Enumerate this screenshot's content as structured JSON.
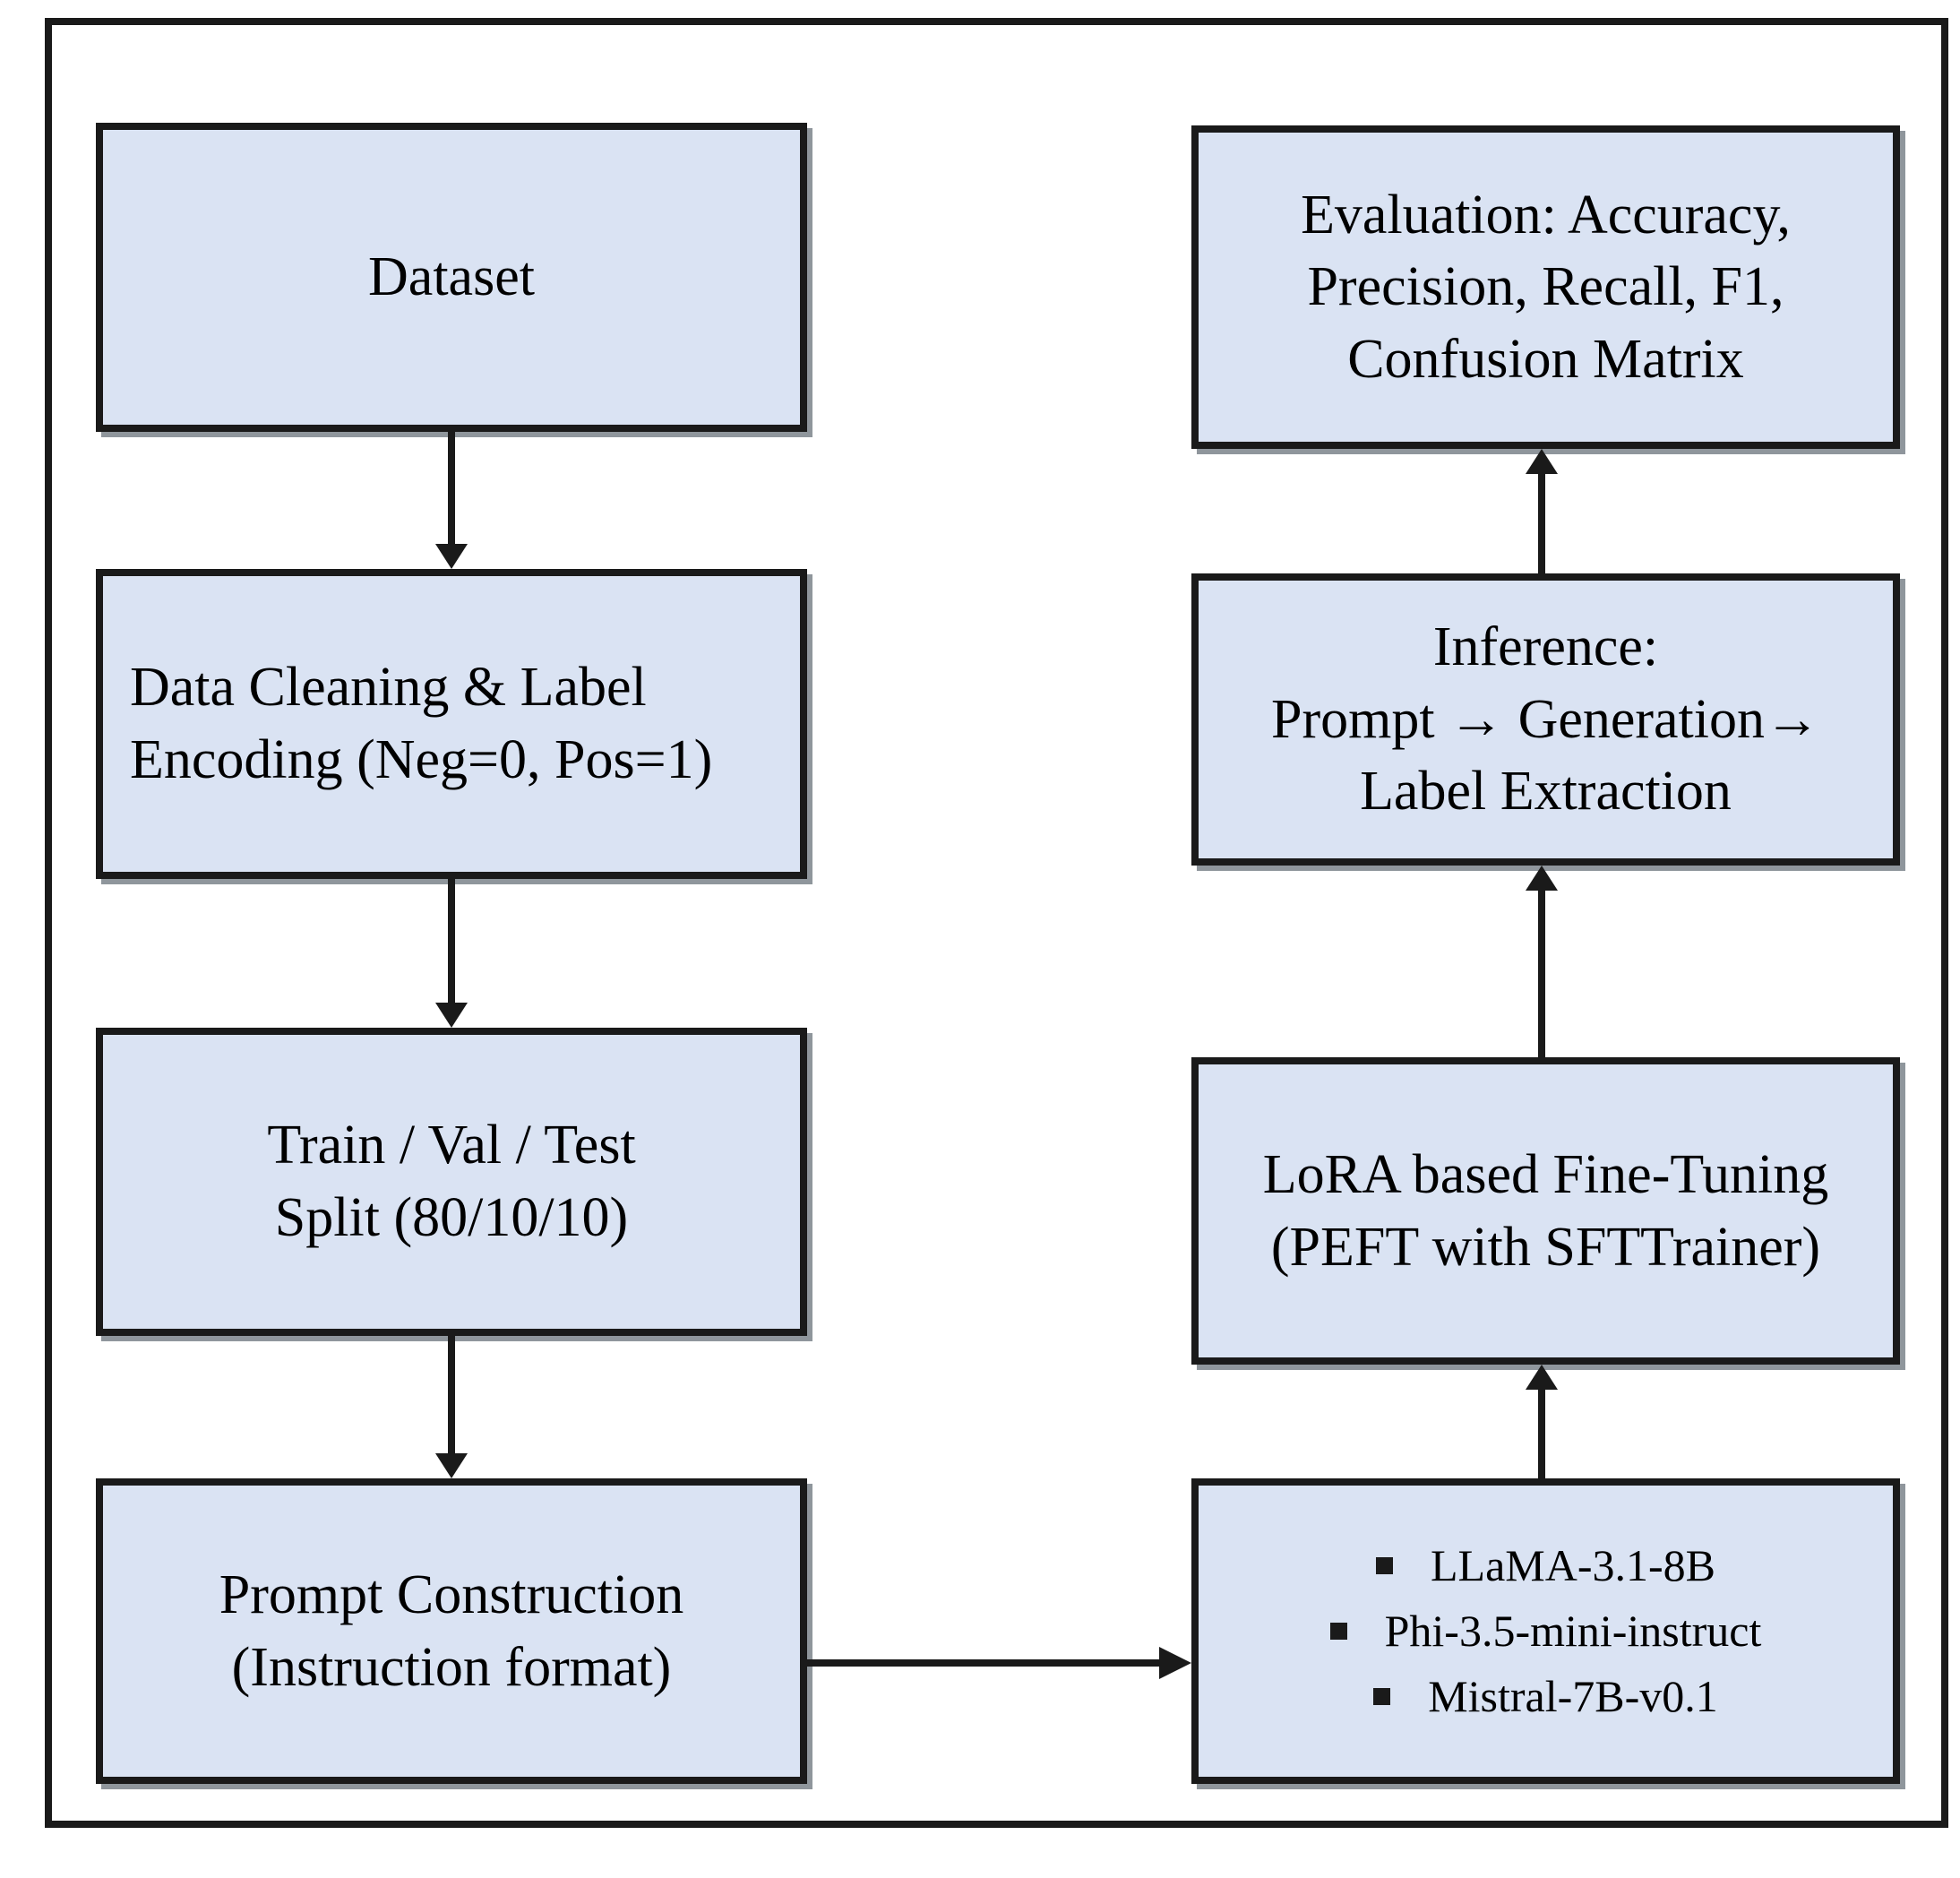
{
  "figure": {
    "type": "flowchart",
    "boxes": {
      "dataset": {
        "lines": [
          "Dataset"
        ]
      },
      "cleaning": {
        "lines": [
          "Data Cleaning & Label",
          "Encoding (Neg=0, Pos=1)"
        ]
      },
      "split": {
        "lines": [
          "Train / Val / Test",
          "Split (80/10/10)"
        ]
      },
      "prompt": {
        "lines": [
          "Prompt Construction",
          "(Instruction format)"
        ]
      },
      "evaluation": {
        "lines": [
          "Evaluation: Accuracy,",
          "Precision, Recall, F1,",
          "Confusion Matrix"
        ]
      },
      "inference": {
        "lines": [
          "Inference:",
          "Prompt → Generation→",
          "Label Extraction"
        ]
      },
      "lora": {
        "lines": [
          "LoRA based Fine-Tuning",
          "(PEFT with SFTTrainer)"
        ]
      },
      "models": {
        "bullets": [
          "LLaMA-3.1-8B",
          "Phi-3.5-mini-instruct",
          "Mistral-7B-v0.1"
        ]
      }
    },
    "flow": [
      "dataset -> cleaning",
      "cleaning -> split",
      "split -> prompt",
      "prompt -> models",
      "models -> lora",
      "lora -> inference",
      "inference -> evaluation"
    ]
  },
  "colors": {
    "box_fill": "#dae3f3",
    "box_border": "#1a1a1a",
    "arrow": "#1a1a1a",
    "frame_border": "#1a1a1a",
    "background": "#ffffff",
    "shadow": "#8f969c",
    "text": "#000000"
  },
  "icons": {
    "bullet": "▪"
  }
}
